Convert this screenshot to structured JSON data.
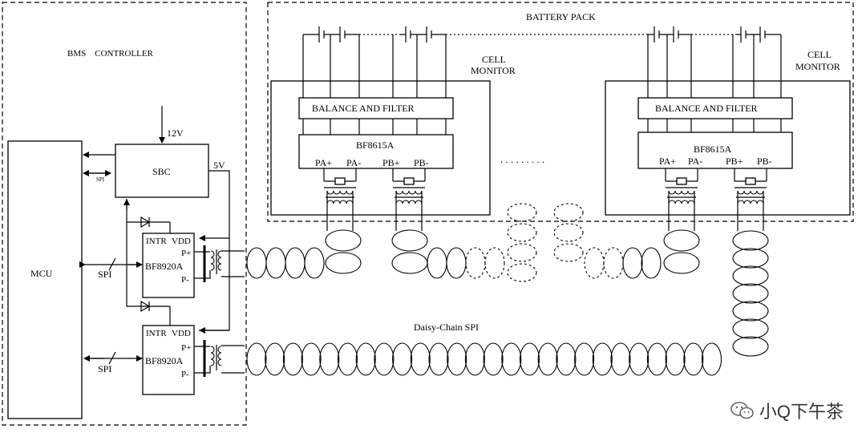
{
  "bms": {
    "title": "BMS    CONTROLLER",
    "voltage_in": "12V",
    "voltage_out": "5V",
    "sbc": "SBC",
    "sbc_spi": "SPI",
    "mcu": "MCU",
    "spi_upper": "SPI",
    "spi_lower": "SPI",
    "chip1": {
      "name": "BF8920A",
      "intr": "INTR",
      "vdd": "VDD",
      "pplus": "P+",
      "pminus": "P-"
    },
    "chip2": {
      "name": "BF8920A",
      "intr": "INTR",
      "vdd": "VDD",
      "pplus": "P+",
      "pminus": "P-"
    }
  },
  "battery_pack": "BATTERY PACK",
  "cell_monitor_left": {
    "line1": "CELL",
    "line2": "MONITOR"
  },
  "cell_monitor_right": {
    "line1": "CELL",
    "line2": "MONITOR"
  },
  "balance_left": "BALANCE AND FILTER",
  "balance_right": "BALANCE AND FILTER",
  "bf_left": {
    "name": "BF8615A",
    "pa_plus": "PA+",
    "pa_minus": "PA-",
    "pb_plus": "PB+",
    "pb_minus": "PB-"
  },
  "bf_right": {
    "name": "BF8615A",
    "pa_plus": "PA+",
    "pa_minus": "PA-",
    "pb_plus": "PB+",
    "pb_minus": "PB-"
  },
  "ellipsis": ". . . . . . . . .",
  "daisy_chain": "Daisy-Chain SPI",
  "watermark": "小Q下午茶",
  "watermark_icon": "wechat-icon"
}
